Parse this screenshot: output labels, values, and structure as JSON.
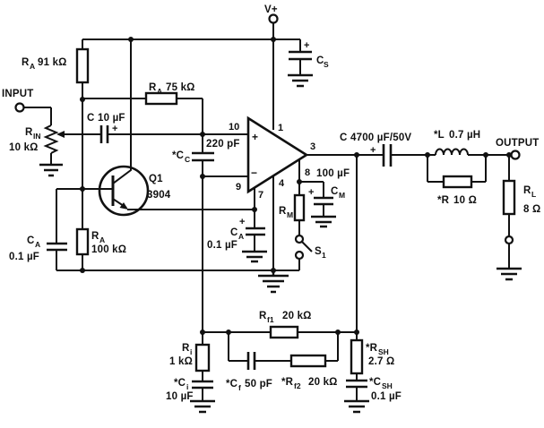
{
  "diagram": {
    "kind": "circuit-schematic",
    "description": "Audio power amplifier schematic with op-amp, bias transistor, mute switch and output filter",
    "ink": "#111111",
    "background": "#ffffff"
  },
  "terminals": {
    "vplus": "V+",
    "input": "INPUT",
    "output": "OUTPUT"
  },
  "opamp": {
    "plus_mark": "+",
    "minus_mark": "−",
    "pins": {
      "p1": "1",
      "p3": "3",
      "p4": "4",
      "p7": "7",
      "p8": "8",
      "p9": "9",
      "p10": "10"
    }
  },
  "components": {
    "ra_91k": {
      "ref": "R",
      "sub": "A",
      "value": "91 kΩ"
    },
    "rin": {
      "ref": "R",
      "sub": "IN",
      "value": "10 kΩ"
    },
    "c_in": {
      "ref": "C",
      "value": "10 µF",
      "plus": "+"
    },
    "ra_75k": {
      "ref": "R",
      "sub": "A",
      "value": "75 kΩ"
    },
    "cc": {
      "ref": "*C",
      "sub": "C",
      "value": "220 pF"
    },
    "cs": {
      "ref": "C",
      "sub": "S",
      "plus": "+"
    },
    "q1": {
      "ref": "Q1",
      "value": "3904"
    },
    "ra_100k": {
      "ref": "R",
      "sub": "A",
      "value": "100 kΩ"
    },
    "ca_in": {
      "ref": "C",
      "sub": "A",
      "value": "0.1 µF"
    },
    "ca_byp": {
      "ref": "C",
      "sub": "A",
      "value": "0.1 µF",
      "plus": "+"
    },
    "rm": {
      "ref": "R",
      "sub": "M"
    },
    "cm": {
      "ref": "C",
      "sub": "M",
      "value": "100 µF",
      "plus": "+"
    },
    "s1": {
      "ref": "S",
      "sub": "1"
    },
    "c_out": {
      "ref": "C",
      "value": "4700 µF/50V",
      "plus": "+"
    },
    "l_out": {
      "ref": "*L",
      "value": "0.7 µH"
    },
    "r_snub": {
      "ref": "*R",
      "value": "10 Ω"
    },
    "rl": {
      "ref": "R",
      "sub": "L",
      "value": "8 Ω"
    },
    "rf1": {
      "ref": "R",
      "sub": "f1",
      "value": "20 kΩ"
    },
    "ri": {
      "ref": "R",
      "sub": "i",
      "value": "1 kΩ"
    },
    "ci": {
      "ref": "*C",
      "sub": "i",
      "value": "10 µF"
    },
    "cf": {
      "ref": "*C",
      "sub": "f",
      "value": "50 pF"
    },
    "rf2": {
      "ref": "*R",
      "sub": "f2",
      "value": "20 kΩ"
    },
    "rsh": {
      "ref": "*R",
      "sub": "SH",
      "value": "2.7 Ω"
    },
    "csh": {
      "ref": "*C",
      "sub": "SH",
      "value": "0.1 µF"
    }
  }
}
